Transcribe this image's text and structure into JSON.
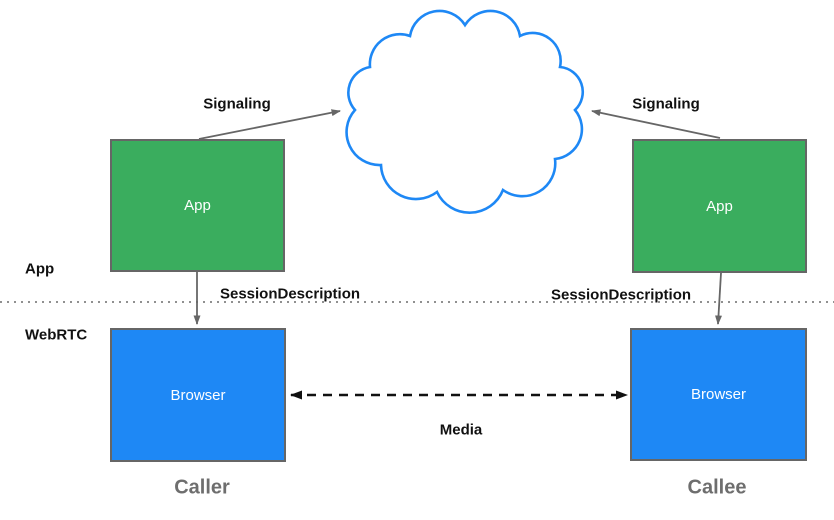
{
  "diagram": {
    "title_hint": "WebRTC signaling architecture",
    "colors": {
      "node_app_fill": "#3AAD5E",
      "node_browser_fill": "#1E88F5",
      "cloud_stroke": "#1E88F5",
      "box_border": "#666666",
      "arrow_gray": "#666666",
      "arrow_black": "#111111",
      "divider_gray": "#808080",
      "caption_gray": "#6e6e6e"
    },
    "nodes": {
      "app_left": {
        "label": "App"
      },
      "app_right": {
        "label": "App"
      },
      "browser_left": {
        "label": "Browser"
      },
      "browser_right": {
        "label": "Browser"
      }
    },
    "labels": {
      "signaling_left": "Signaling",
      "signaling_right": "Signaling",
      "session_left": "SessionDescription",
      "session_right": "SessionDescription",
      "media": "Media",
      "layer_app": "App",
      "layer_webrtc": "WebRTC",
      "caller": "Caller",
      "callee": "Callee"
    }
  }
}
